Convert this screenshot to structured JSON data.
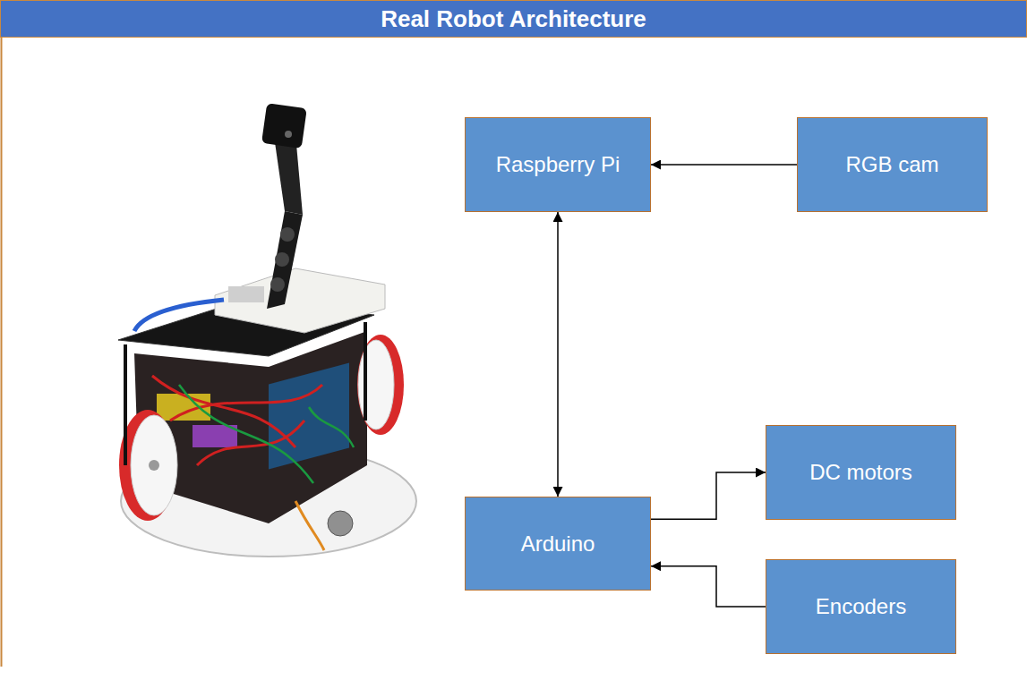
{
  "diagram": {
    "title": "Real Robot Architecture",
    "nodes": [
      {
        "text": [
          "Raspberry Pi"
        ]
      },
      {
        "text": [
          "RGB cam"
        ]
      },
      {
        "text": [
          "Arduino"
        ]
      },
      {
        "text": [
          "DC motors"
        ]
      },
      {
        "text": [
          "Encoders"
        ]
      }
    ],
    "edges": [
      {
        "from": 1,
        "to": 0,
        "arrow": "to"
      },
      {
        "from": 0,
        "to": 2,
        "arrow": "both"
      },
      {
        "from": 2,
        "to": 3,
        "arrow": "to"
      },
      {
        "from": 4,
        "to": 2,
        "arrow": "to"
      }
    ]
  }
}
